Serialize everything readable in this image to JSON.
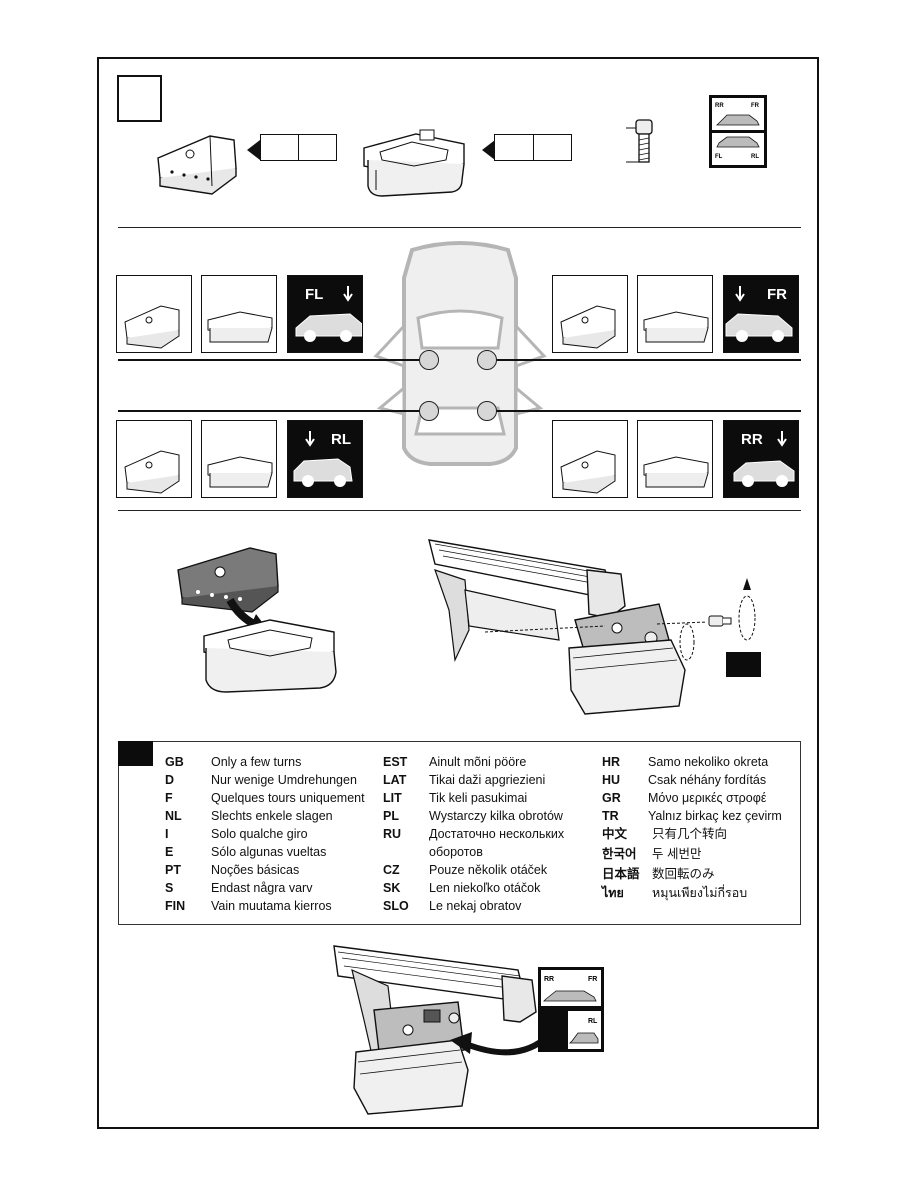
{
  "diagram_labels": {
    "fl": "FL",
    "fr": "FR",
    "rl": "RL",
    "rr": "RR"
  },
  "languages": [
    {
      "code": "GB",
      "text": "Only a few turns"
    },
    {
      "code": "D",
      "text": "Nur wenige Umdrehungen"
    },
    {
      "code": "F",
      "text": "Quelques tours uniquement"
    },
    {
      "code": "NL",
      "text": "Slechts enkele slagen"
    },
    {
      "code": "I",
      "text": "Solo qualche giro"
    },
    {
      "code": "E",
      "text": "Sólo algunas vueltas"
    },
    {
      "code": "PT",
      "text": "Noções básicas"
    },
    {
      "code": "S",
      "text": "Endast några varv"
    },
    {
      "code": "FIN",
      "text": "Vain muutama kierros"
    },
    {
      "code": "EST",
      "text": "Ainult mõni pööre"
    },
    {
      "code": "LAT",
      "text": "Tikai daži apgriezieni"
    },
    {
      "code": "LIT",
      "text": "Tik keli pasukimai"
    },
    {
      "code": "PL",
      "text": "Wystarczy kilka obrotów"
    },
    {
      "code": "RU",
      "text": "Достаточно нескольких"
    },
    {
      "code": "",
      "text": "оборотов"
    },
    {
      "code": "CZ",
      "text": "Pouze několik otáček"
    },
    {
      "code": "SK",
      "text": "Len niekoľko otáčok"
    },
    {
      "code": "SLO",
      "text": "Le nekaj obratov"
    },
    {
      "code": "HR",
      "text": "Samo nekoliko okreta"
    },
    {
      "code": "HU",
      "text": "Csak néhány fordítás"
    },
    {
      "code": "GR",
      "text": "Μόνο μερικές στροφέ"
    },
    {
      "code": "TR",
      "text": "Yalnız birkaç kez çevirm"
    },
    {
      "code": "中文",
      "text": "只有几个转向"
    },
    {
      "code": "한국어",
      "text": "두 세번만"
    },
    {
      "code": "日本語",
      "text": "数回転のみ"
    },
    {
      "code": "ไทย",
      "text": "หมุนเพียงไม่กี่รอบ"
    }
  ],
  "colors": {
    "ink": "#111111",
    "tile_dark": "#0c0c0c",
    "car_grey": "#cfcfcf",
    "circle_grey": "#d7d7d7"
  },
  "icons": [
    "bracket-icon",
    "foot-icon",
    "bolt-icon",
    "car-position-icon",
    "arrow-icon",
    "roof-bar-icon"
  ]
}
